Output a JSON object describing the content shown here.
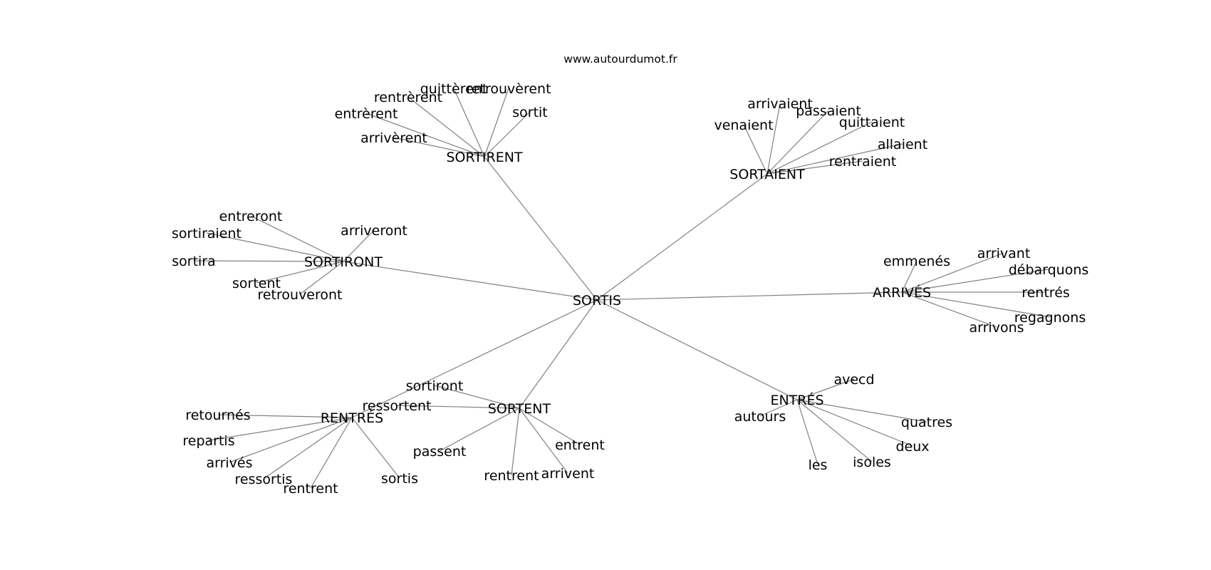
{
  "site": "www.autourdumot.fr",
  "diagram": {
    "root": "SORTIS",
    "groups": [
      {
        "hub": "SORTIRENT",
        "leaves": [
          "arrivèrent",
          "entrèrent",
          "rentrèrent",
          "quittèrent",
          "retrouvèrent",
          "sortit"
        ]
      },
      {
        "hub": "SORTAIENT",
        "leaves": [
          "venaient",
          "arrivaient",
          "passaient",
          "quittaient",
          "allaient",
          "rentraient"
        ]
      },
      {
        "hub": "SORTIRONT",
        "leaves": [
          "entreront",
          "sortiraient",
          "sortira",
          "sortent",
          "retrouveront",
          "arriveront"
        ]
      },
      {
        "hub": "ARRIVÉS",
        "leaves": [
          "emmenés",
          "arrivant",
          "débarquons",
          "rentrés",
          "regagnons",
          "arrivons"
        ]
      },
      {
        "hub": "ENTRÉS",
        "leaves": [
          "avecd",
          "autours",
          "quatres",
          "deux",
          "isoles",
          "les"
        ]
      },
      {
        "hub": "SORTENT",
        "leaves": [
          "sortiront",
          "ressortent",
          "passent",
          "rentrent",
          "arrivent",
          "entrent"
        ]
      },
      {
        "hub": "RENTRÉS",
        "leaves": [
          "retournés",
          "repartis",
          "arrivés",
          "ressortis",
          "rentrent",
          "sortis"
        ]
      }
    ]
  }
}
